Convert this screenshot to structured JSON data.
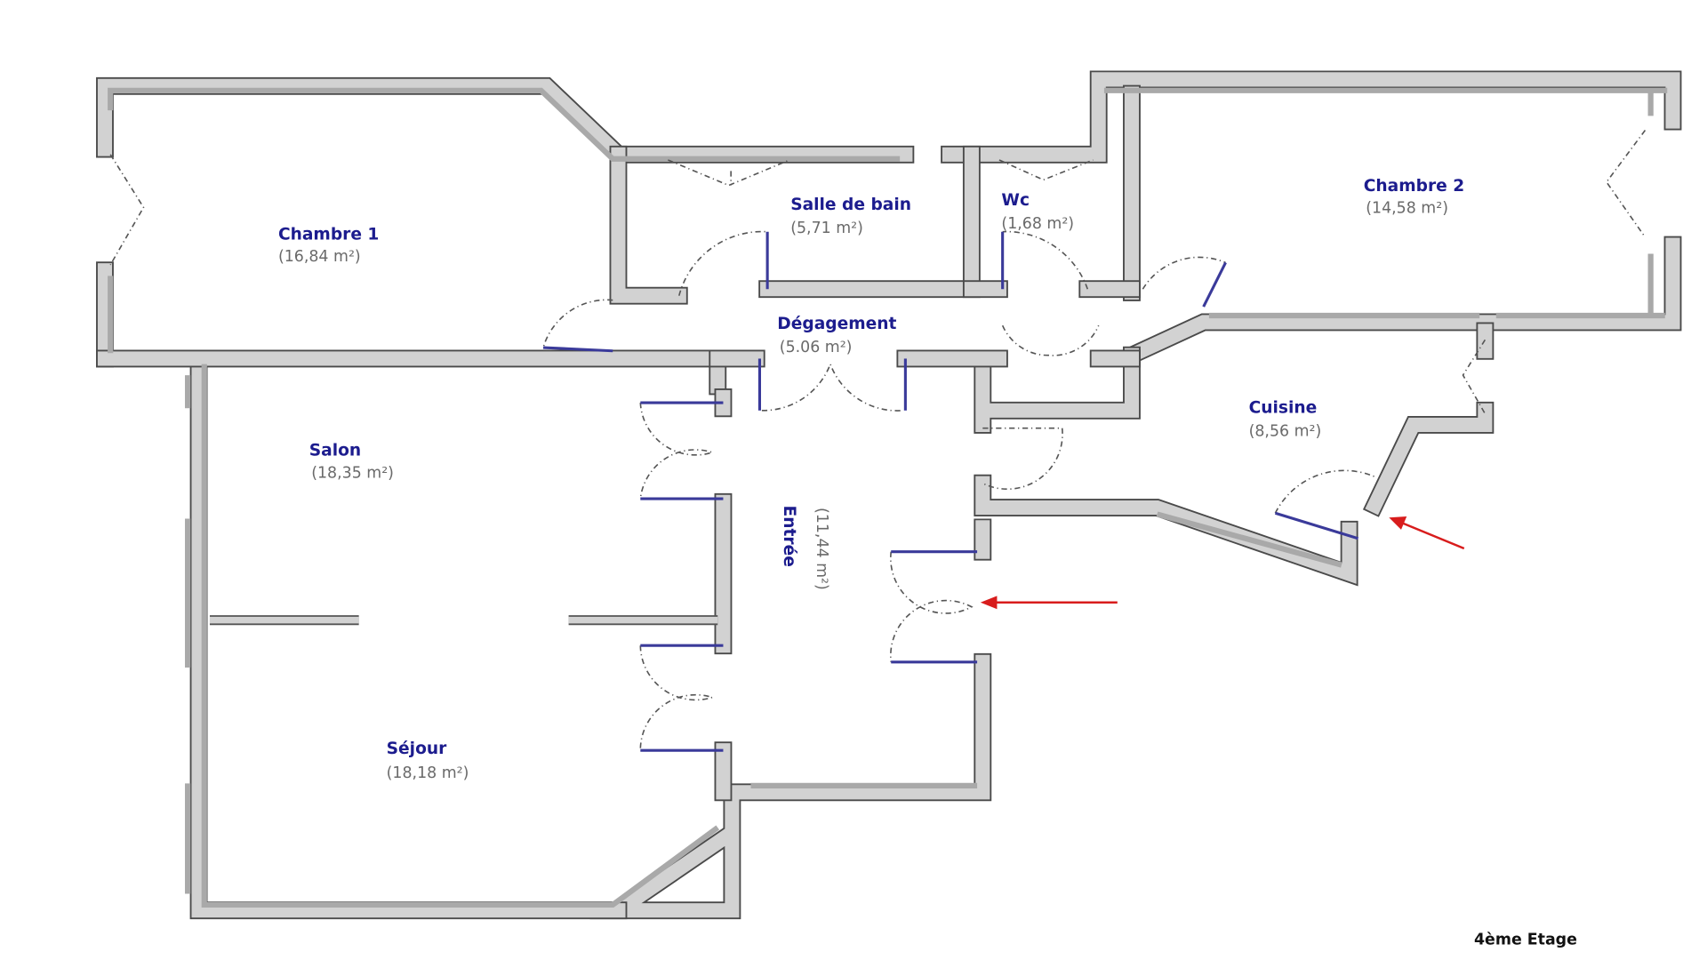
{
  "plan": {
    "floor_label": "4ème Etage",
    "rooms": [
      {
        "name": "Chambre 1",
        "area": "(16,84 m²)"
      },
      {
        "name": "Salle de bain",
        "area": "(5,71 m²)"
      },
      {
        "name": "Wc",
        "area": "(1,68 m²)"
      },
      {
        "name": "Chambre 2",
        "area": "(14,58 m²)"
      },
      {
        "name": "Dégagement",
        "area": "(5.06 m²)"
      },
      {
        "name": "Cuisine",
        "area": "(8,56 m²)"
      },
      {
        "name": "Salon",
        "area": "(18,35 m²)"
      },
      {
        "name": "Entrée",
        "area": "(11,44 m²)"
      },
      {
        "name": "Séjour",
        "area": "(18,18 m²)"
      }
    ],
    "colors": {
      "room_label": "#1c1c8e",
      "area_label": "#6a6a6a",
      "arrow": "#d81c1c",
      "wall": "#d2d2d2"
    }
  }
}
